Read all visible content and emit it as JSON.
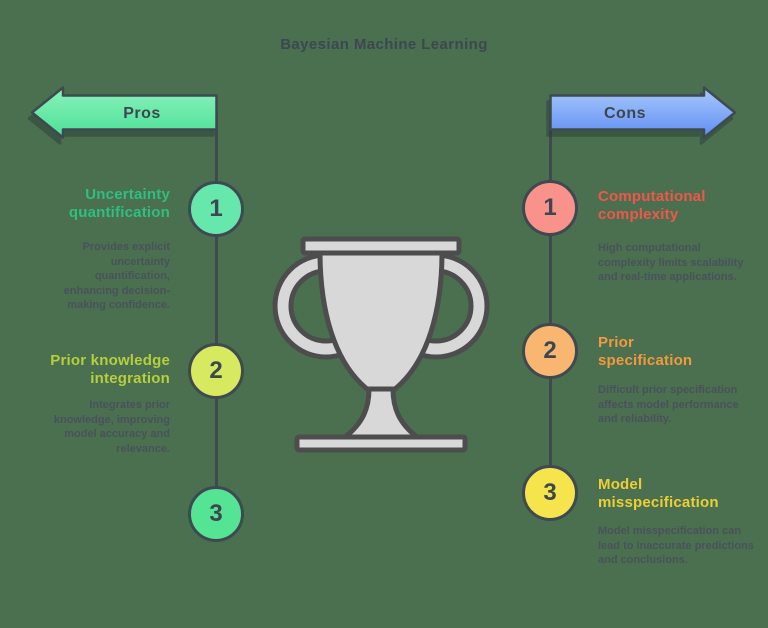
{
  "title": "Bayesian Machine Learning",
  "colors": {
    "background": "#4a7050",
    "outline": "#3e4a50",
    "pros_arrow_top": "#8bf2bc",
    "pros_arrow_bottom": "#4ae095",
    "cons_arrow_top": "#a9c9fb",
    "cons_arrow_bottom": "#5f8ef3",
    "trophy_fill": "#d8d8d8",
    "trophy_stroke": "#4d4d4d"
  },
  "pros": {
    "arrow_label": "Pros",
    "items": [
      {
        "num": "1",
        "circle_color": "#66e7ab",
        "heading": "Uncertainty quantification",
        "heading_color": "#2fbf80",
        "desc": "Provides explicit uncertainty quantification, enhancing decision-making confidence."
      },
      {
        "num": "2",
        "circle_color": "#d7e95f",
        "heading": "Prior knowledge integration",
        "heading_color": "#b6cf3c",
        "desc": "Integrates prior knowledge, improving model accuracy and relevance."
      },
      {
        "num": "3",
        "circle_color": "#55e394",
        "heading": "",
        "desc": ""
      }
    ]
  },
  "cons": {
    "arrow_label": "Cons",
    "items": [
      {
        "num": "1",
        "circle_color": "#f9928a",
        "heading": "Computational complexity",
        "heading_color": "#f1564a",
        "desc": "High computational complexity limits scalability and real-time applications."
      },
      {
        "num": "2",
        "circle_color": "#f9b671",
        "heading": "Prior specification",
        "heading_color": "#f29a3e",
        "desc": "Difficult prior specification affects model performance and reliability."
      },
      {
        "num": "3",
        "circle_color": "#f6e44d",
        "heading": "Model misspecification",
        "heading_color": "#eccf35",
        "desc": "Model misspecification can lead to inaccurate predictions and conclusions."
      }
    ]
  },
  "center": {
    "icon": "trophy-icon"
  }
}
